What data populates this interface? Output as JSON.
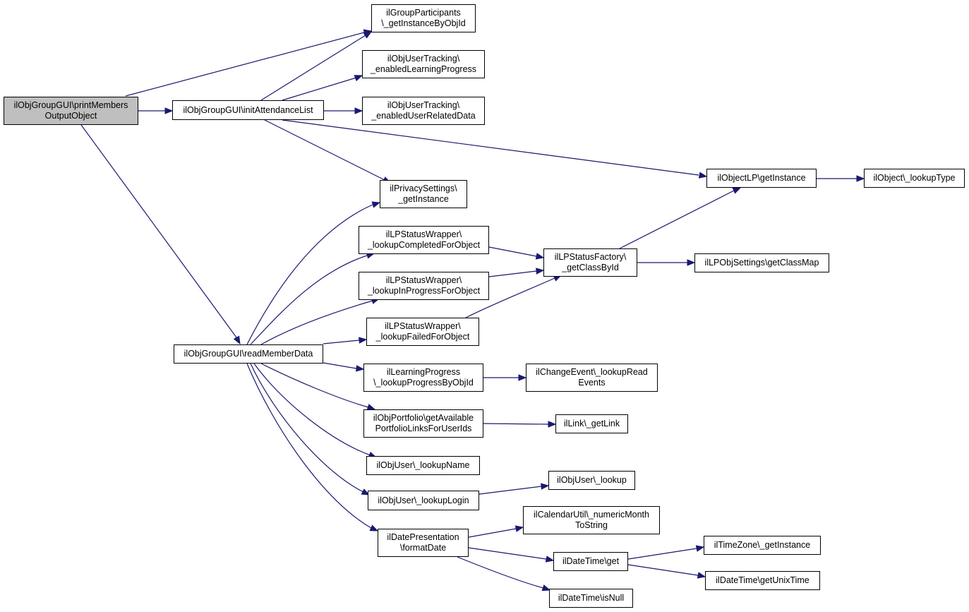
{
  "colors": {
    "edge": "#191970",
    "node_border": "#000000",
    "node_fill": "#ffffff",
    "root_fill": "#bfbfbf"
  },
  "nodes": {
    "n0": {
      "label": "ilObjGroupGUI\\printMembers\nOutputObject",
      "root": true
    },
    "n1": {
      "label": "ilObjGroupGUI\\initAttendanceList"
    },
    "n2": {
      "label": "ilObjGroupGUI\\readMemberData"
    },
    "n3": {
      "label": "ilGroupParticipants\n\\_getInstanceByObjId"
    },
    "n4": {
      "label": "ilObjUserTracking\\\n_enabledLearningProgress"
    },
    "n5": {
      "label": "ilObjUserTracking\\\n_enabledUserRelatedData"
    },
    "n6": {
      "label": "ilObjectLP\\getInstance"
    },
    "n7": {
      "label": "ilPrivacySettings\\\n_getInstance"
    },
    "n8": {
      "label": "ilObject\\_lookupType"
    },
    "n9": {
      "label": "ilLPStatusWrapper\\\n_lookupCompletedForObject"
    },
    "n10": {
      "label": "ilLPStatusWrapper\\\n_lookupInProgressForObject"
    },
    "n11": {
      "label": "ilLPStatusWrapper\\\n_lookupFailedForObject"
    },
    "n12": {
      "label": "ilLearningProgress\n\\_lookupProgressByObjId"
    },
    "n13": {
      "label": "ilObjPortfolio\\getAvailable\nPortfolioLinksForUserIds"
    },
    "n14": {
      "label": "ilObjUser\\_lookupName"
    },
    "n15": {
      "label": "ilObjUser\\_lookupLogin"
    },
    "n16": {
      "label": "ilDatePresentation\n\\formatDate"
    },
    "n17": {
      "label": "ilLPStatusFactory\\\n_getClassById"
    },
    "n18": {
      "label": "ilLPObjSettings\\getClassMap"
    },
    "n19": {
      "label": "ilChangeEvent\\_lookupRead\nEvents"
    },
    "n20": {
      "label": "ilLink\\_getLink"
    },
    "n21": {
      "label": "ilObjUser\\_lookup"
    },
    "n22": {
      "label": "ilCalendarUtil\\_numericMonth\nToString"
    },
    "n23": {
      "label": "ilDateTime\\get"
    },
    "n24": {
      "label": "ilDateTime\\isNull"
    },
    "n25": {
      "label": "ilTimeZone\\_getInstance"
    },
    "n26": {
      "label": "ilDateTime\\getUnixTime"
    }
  },
  "edges": [
    [
      "n0",
      "n1"
    ],
    [
      "n0",
      "n3"
    ],
    [
      "n0",
      "n2"
    ],
    [
      "n1",
      "n3"
    ],
    [
      "n1",
      "n4"
    ],
    [
      "n1",
      "n5"
    ],
    [
      "n1",
      "n6"
    ],
    [
      "n1",
      "n7"
    ],
    [
      "n6",
      "n8"
    ],
    [
      "n2",
      "n7"
    ],
    [
      "n2",
      "n9"
    ],
    [
      "n2",
      "n10"
    ],
    [
      "n2",
      "n11"
    ],
    [
      "n2",
      "n12"
    ],
    [
      "n2",
      "n13"
    ],
    [
      "n2",
      "n14"
    ],
    [
      "n2",
      "n15"
    ],
    [
      "n2",
      "n16"
    ],
    [
      "n9",
      "n17"
    ],
    [
      "n10",
      "n17"
    ],
    [
      "n11",
      "n17"
    ],
    [
      "n17",
      "n6"
    ],
    [
      "n17",
      "n18"
    ],
    [
      "n12",
      "n19"
    ],
    [
      "n13",
      "n20"
    ],
    [
      "n15",
      "n21"
    ],
    [
      "n16",
      "n22"
    ],
    [
      "n16",
      "n23"
    ],
    [
      "n16",
      "n24"
    ],
    [
      "n23",
      "n25"
    ],
    [
      "n23",
      "n26"
    ]
  ]
}
